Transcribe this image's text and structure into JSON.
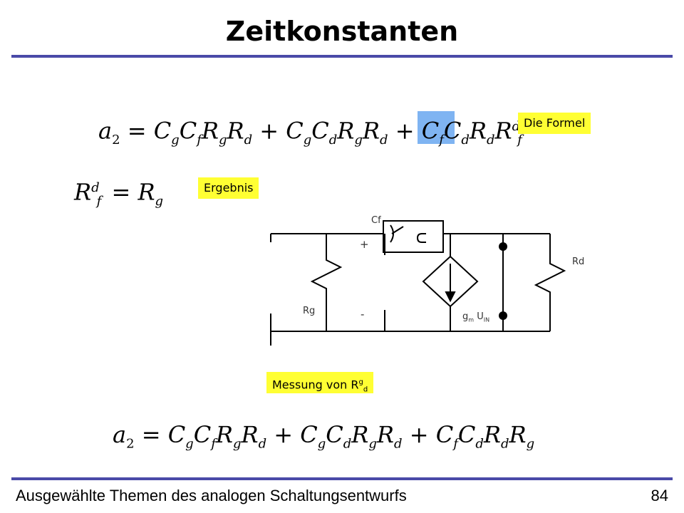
{
  "slide": {
    "title": "Zeitkonstanten",
    "footer_left": "Ausgewählte Themen des analogen Schaltungsentwurfs",
    "page_number": "84"
  },
  "labels": {
    "die_formel": "Die Formel",
    "ergebnis": "Ergebnis",
    "messung_prefix": "Messung von R",
    "messung_sup": "g",
    "messung_sub": "d"
  },
  "circuit": {
    "cf": "Cf",
    "rd": "Rd",
    "rg": "Rg",
    "plus": "+",
    "minus": "-",
    "gm_g": "g",
    "gm_m": "m",
    "gm_u": " U",
    "gm_in": "IN"
  },
  "colors": {
    "rule": "#4a4aa8",
    "label_highlight": "#ffff33",
    "term_highlight": "#7fb4f2"
  }
}
